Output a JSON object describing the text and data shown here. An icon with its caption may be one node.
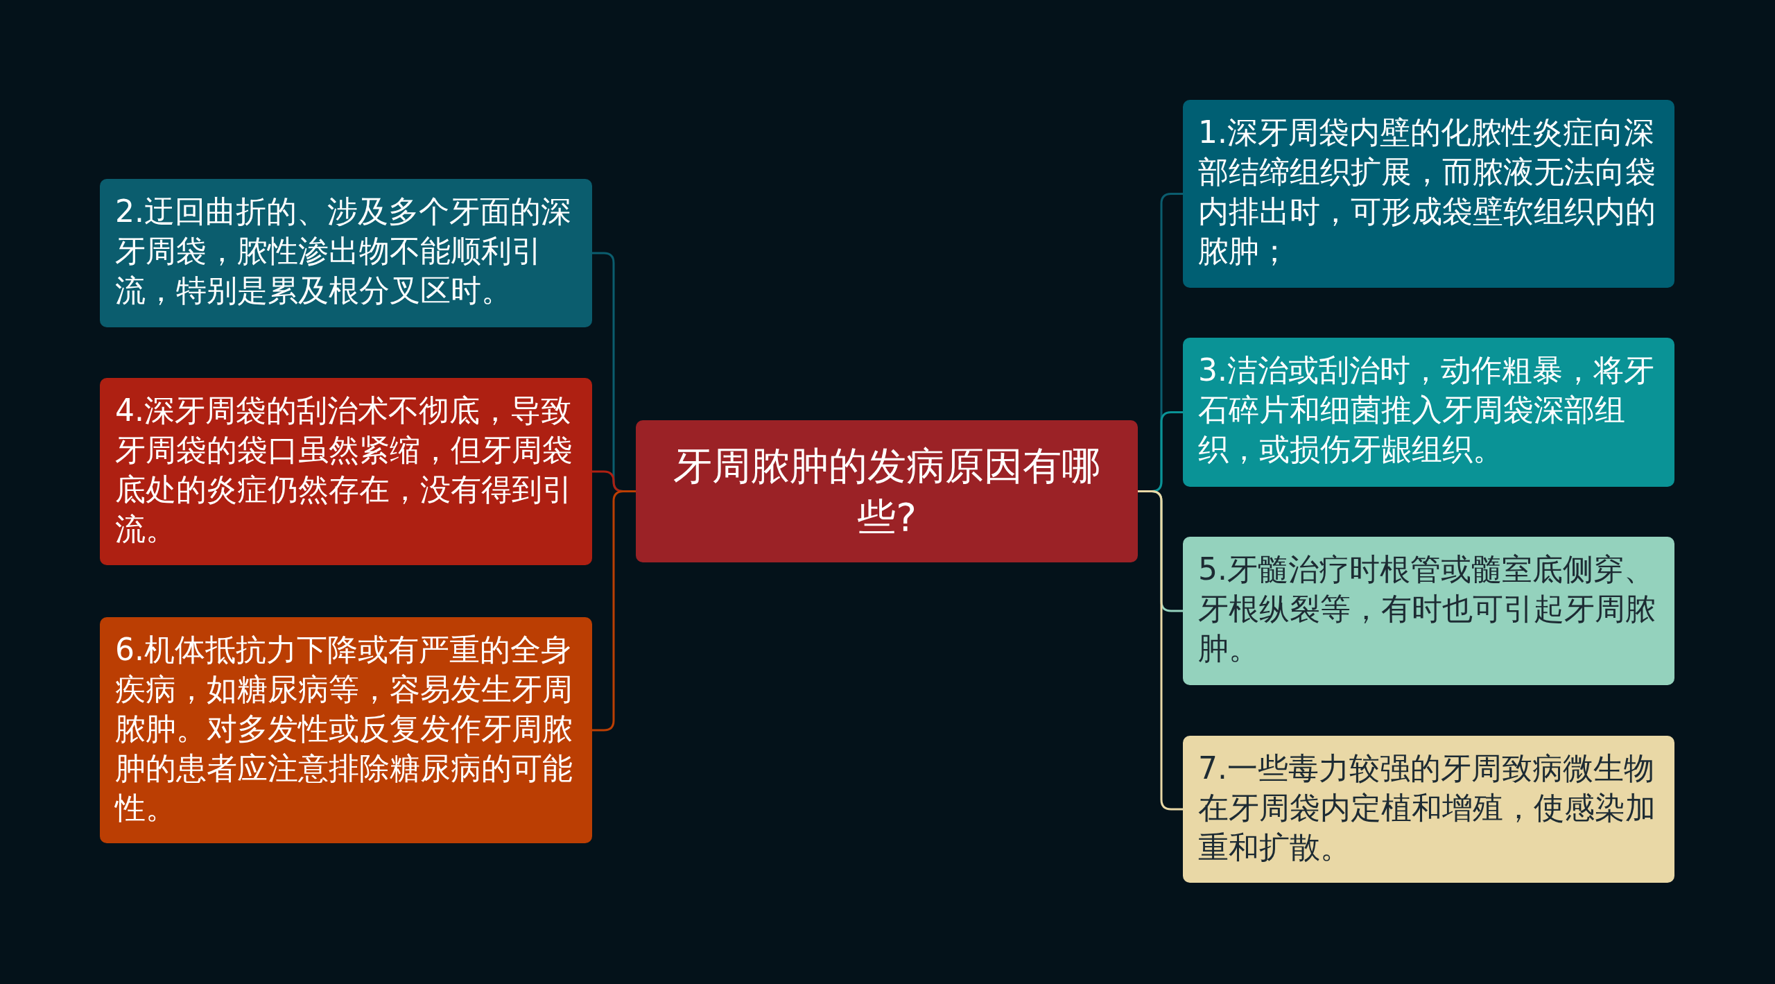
{
  "diagram": {
    "nodes": [
      {
        "text": [
          "牙周脓肿的发病原因有哪些?"
        ]
      },
      {
        "text": [
          "1.深牙周袋内壁的化脓性炎症向深部结缔组织扩展，而脓液无法向袋内排出时，可形成袋壁软组织内的脓肿；"
        ]
      },
      {
        "text": [
          "2.迂回曲折的、涉及多个牙面的深牙周袋，脓性渗出物不能顺利引流，特别是累及根分叉区时。"
        ]
      },
      {
        "text": [
          "3.洁治或刮治时，动作粗暴，将牙石碎片和细菌推入牙周袋深部组织，或损伤牙龈组织。"
        ]
      },
      {
        "text": [
          "4.深牙周袋的刮治术不彻底，导致牙周袋的袋口虽然紧缩，但牙周袋底处的炎症仍然存在，没有得到引流。"
        ]
      },
      {
        "text": [
          "5.牙髓治疗时根管或髓室底侧穿、牙根纵裂等，有时也可引起牙周脓肿。"
        ]
      },
      {
        "text": [
          "6.机体抵抗力下降或有严重的全身疾病，如糖尿病等，容易发生牙周脓肿。对多发性或反复发作牙周脓肿的患者应注意排除糖尿病的可能性。"
        ]
      },
      {
        "text": [
          "7.一些毒力较强的牙周致病微生物在牙周袋内定植和增殖，使感染加重和扩散。"
        ]
      }
    ],
    "edges": [
      {
        "from": 0,
        "to": 1,
        "arrow": "none",
        "color": "#0b5d6e"
      },
      {
        "from": 0,
        "to": 2,
        "arrow": "none",
        "color": "#0b5d6e"
      },
      {
        "from": 0,
        "to": 3,
        "arrow": "none",
        "color": "#0a9396"
      },
      {
        "from": 0,
        "to": 4,
        "arrow": "none",
        "color": "#ae2012"
      },
      {
        "from": 0,
        "to": 5,
        "arrow": "none",
        "color": "#94d2bd"
      },
      {
        "from": 0,
        "to": 6,
        "arrow": "none",
        "color": "#bb3e03"
      },
      {
        "from": 0,
        "to": 7,
        "arrow": "none",
        "color": "#e9d8a6"
      }
    ]
  }
}
